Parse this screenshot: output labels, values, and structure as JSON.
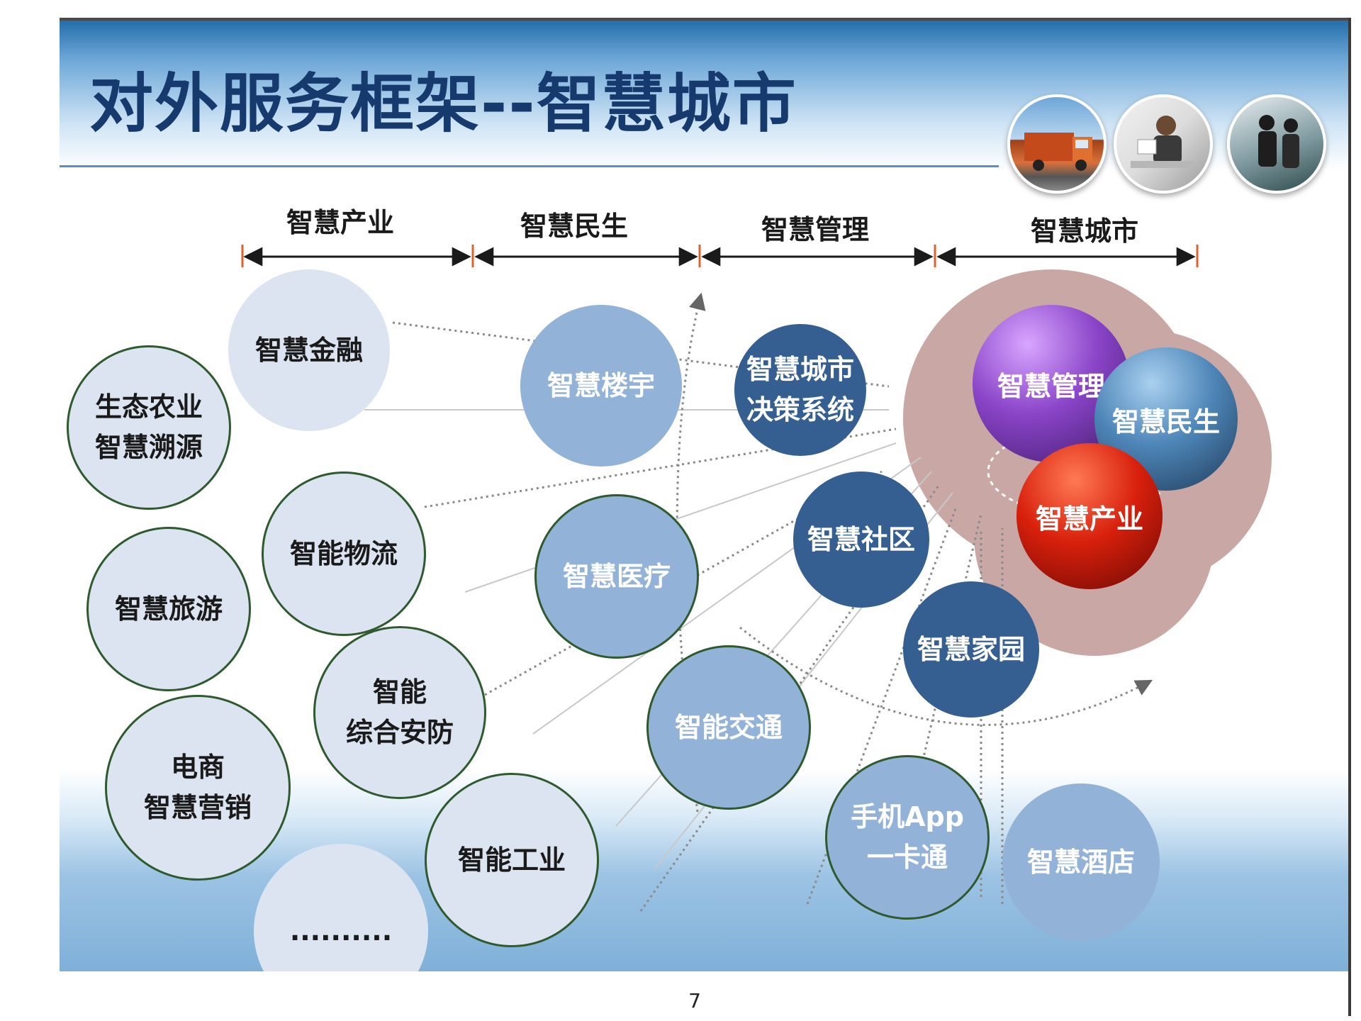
{
  "title": "对外服务框架--智慧城市",
  "columns": [
    "智慧产业",
    "智慧民生",
    "智慧管理",
    "智慧城市"
  ],
  "photos": [
    "truck-photo",
    "office-photo",
    "business-people-photo"
  ],
  "nodes": {
    "finance": "智慧金融",
    "eco_agri": [
      "生态农业",
      "智慧溯源"
    ],
    "logistics": "智能物流",
    "tourism": "智慧旅游",
    "security": [
      "智能",
      "综合安防"
    ],
    "ecommerce": [
      "电商",
      "智慧营销"
    ],
    "industry": "智能工业",
    "more": "..........",
    "building": "智慧楼宇",
    "medical": "智慧医疗",
    "transport": "智能交通",
    "decision": [
      "智慧城市",
      "决策系统"
    ],
    "community": "智慧社区",
    "home": "智慧家园",
    "app": [
      "手机App",
      "一卡通"
    ],
    "hotel": "智慧酒店"
  },
  "spheres": {
    "management": "智慧管理",
    "livelihood": "智慧民生",
    "industry": "智慧产业"
  },
  "page_number": "7",
  "colors": {
    "title": "#163a6e",
    "pale_node": "#dbe4f0",
    "mid_node": "#93b2d8",
    "dark_node": "#355f91",
    "node_ring": "#2f5a2f",
    "sphere_management": "#7a3bb0",
    "sphere_livelihood": "#4e86b8",
    "sphere_industry": "#c51e0c",
    "cluster_bg": "#c9a7a5",
    "divider_tick": "#e06030"
  }
}
